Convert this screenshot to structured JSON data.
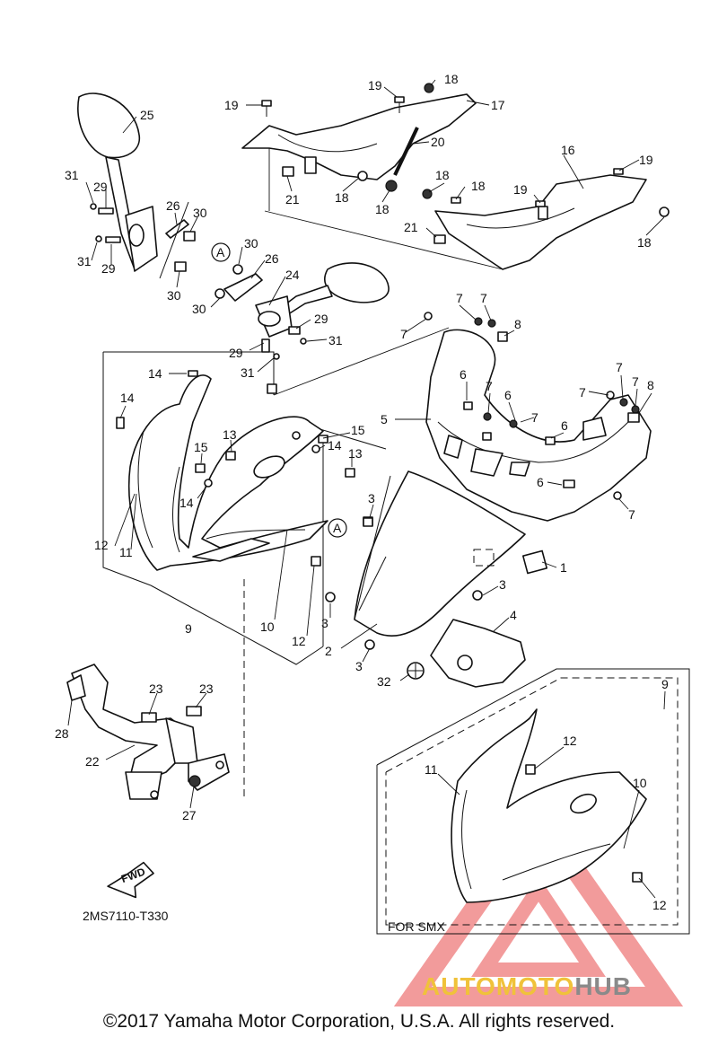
{
  "diagram_code": "2MS7110-T330",
  "fwd_label": "FWD",
  "variant_label": "FOR SMX",
  "copyright": "©2017 Yamaha Motor Corporation, U.S.A. All rights reserved.",
  "watermark": {
    "part1": "AUTO",
    "part2": "MOTO",
    "part3": "HUB",
    "color": "#e84a4a"
  },
  "callout_a": "A",
  "labels": [
    {
      "id": "l25",
      "text": "25"
    },
    {
      "id": "l31a",
      "text": "31"
    },
    {
      "id": "l29a",
      "text": "29"
    },
    {
      "id": "l26a",
      "text": "26"
    },
    {
      "id": "l30a",
      "text": "30"
    },
    {
      "id": "l31b",
      "text": "31"
    },
    {
      "id": "l29b",
      "text": "29"
    },
    {
      "id": "l30b",
      "text": "30"
    },
    {
      "id": "l30c",
      "text": "30"
    },
    {
      "id": "l26b",
      "text": "26"
    },
    {
      "id": "l24",
      "text": "24"
    },
    {
      "id": "l30d",
      "text": "30"
    },
    {
      "id": "l29c",
      "text": "29"
    },
    {
      "id": "l31c",
      "text": "31"
    },
    {
      "id": "l29d",
      "text": "29"
    },
    {
      "id": "l31d",
      "text": "31"
    },
    {
      "id": "l19a",
      "text": "19"
    },
    {
      "id": "l19b",
      "text": "19"
    },
    {
      "id": "l18a",
      "text": "18"
    },
    {
      "id": "l17",
      "text": "17"
    },
    {
      "id": "l20",
      "text": "20"
    },
    {
      "id": "l21a",
      "text": "21"
    },
    {
      "id": "l18b",
      "text": "18"
    },
    {
      "id": "l18c",
      "text": "18"
    },
    {
      "id": "l16",
      "text": "16"
    },
    {
      "id": "l19c",
      "text": "19"
    },
    {
      "id": "l18d",
      "text": "18"
    },
    {
      "id": "l18e",
      "text": "18"
    },
    {
      "id": "l19d",
      "text": "19"
    },
    {
      "id": "l21b",
      "text": "21"
    },
    {
      "id": "l18f",
      "text": "18"
    },
    {
      "id": "l7a",
      "text": "7"
    },
    {
      "id": "l7b",
      "text": "7"
    },
    {
      "id": "l8a",
      "text": "8"
    },
    {
      "id": "l7c",
      "text": "7"
    },
    {
      "id": "l6a",
      "text": "6"
    },
    {
      "id": "l7d",
      "text": "7"
    },
    {
      "id": "l6b",
      "text": "6"
    },
    {
      "id": "l5",
      "text": "5"
    },
    {
      "id": "l7e",
      "text": "7"
    },
    {
      "id": "l7f",
      "text": "7"
    },
    {
      "id": "l7g",
      "text": "7"
    },
    {
      "id": "l7h",
      "text": "7"
    },
    {
      "id": "l8b",
      "text": "8"
    },
    {
      "id": "l6c",
      "text": "6"
    },
    {
      "id": "l6d",
      "text": "6"
    },
    {
      "id": "l7i",
      "text": "7"
    },
    {
      "id": "l14a",
      "text": "14"
    },
    {
      "id": "l14b",
      "text": "14"
    },
    {
      "id": "l15a",
      "text": "15"
    },
    {
      "id": "l13a",
      "text": "13"
    },
    {
      "id": "l15b",
      "text": "15"
    },
    {
      "id": "l14c",
      "text": "14"
    },
    {
      "id": "l13b",
      "text": "13"
    },
    {
      "id": "l14d",
      "text": "14"
    },
    {
      "id": "l3a",
      "text": "3"
    },
    {
      "id": "l12a",
      "text": "12"
    },
    {
      "id": "l11a",
      "text": "11"
    },
    {
      "id": "l1",
      "text": "1"
    },
    {
      "id": "l3b",
      "text": "3"
    },
    {
      "id": "l3c",
      "text": "3"
    },
    {
      "id": "l4",
      "text": "4"
    },
    {
      "id": "l9a",
      "text": "9"
    },
    {
      "id": "l10a",
      "text": "10"
    },
    {
      "id": "l12b",
      "text": "12"
    },
    {
      "id": "l2",
      "text": "2"
    },
    {
      "id": "l3d",
      "text": "3"
    },
    {
      "id": "l32",
      "text": "32"
    },
    {
      "id": "l23a",
      "text": "23"
    },
    {
      "id": "l23b",
      "text": "23"
    },
    {
      "id": "l28",
      "text": "28"
    },
    {
      "id": "l22",
      "text": "22"
    },
    {
      "id": "l27",
      "text": "27"
    },
    {
      "id": "l9b",
      "text": "9"
    },
    {
      "id": "l12c",
      "text": "12"
    },
    {
      "id": "l11b",
      "text": "11"
    },
    {
      "id": "l10b",
      "text": "10"
    },
    {
      "id": "l12d",
      "text": "12"
    }
  ]
}
